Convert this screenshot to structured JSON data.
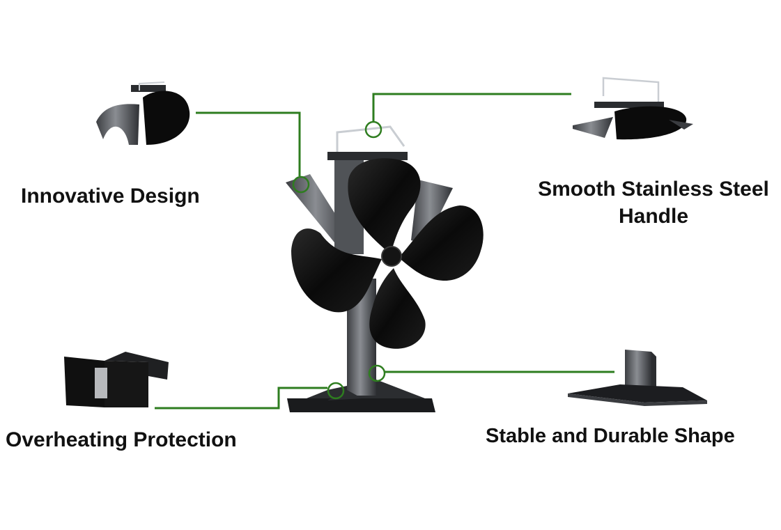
{
  "features": {
    "innovative_design": "Innovative Design",
    "stainless_handle_line1": "Smooth Stainless Steel",
    "stainless_handle_line2": "Handle",
    "overheating_protection": "Overheating Protection",
    "stable_shape": "Stable and Durable Shape"
  },
  "colors": {
    "callout_line": "#2e7d1f",
    "fan_black": "#0d0d0d",
    "metal_gray": "#6b6e73",
    "text": "#111111",
    "background": "#ffffff"
  },
  "icons": [
    "fan-product-photo",
    "blade-detail-photo",
    "handle-detail-photo",
    "thermal-switch-photo",
    "base-detail-photo"
  ]
}
